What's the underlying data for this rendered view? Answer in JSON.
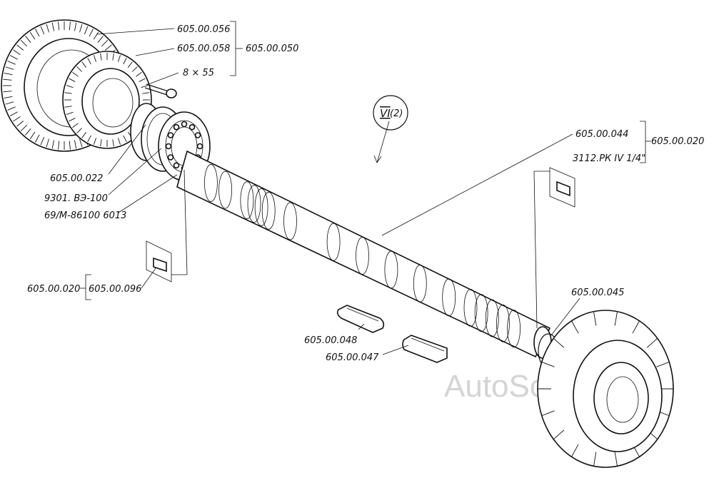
{
  "labels": {
    "gear_outer": "605.00.056",
    "gear_inner": "605.00.058",
    "gear_assembly": "605.00.050",
    "bolt": "8 × 55",
    "section_ref": "VI",
    "section_ref_num": "(2)",
    "shaft": "605.00.044",
    "shaft_assembly": "605.00.020",
    "plug_right": "3112.РК IV 1/4\"",
    "ring": "605.00.022",
    "bearing_ring": "9301. ВЭ-100",
    "bearing": "69/М-86100 6013",
    "assembly_left": "605.00.020",
    "plug_left": "605.00.096",
    "key_upper": "605.00.048",
    "key_lower": "605.00.047",
    "snap_ring": "605.00.045"
  },
  "watermark": "AutoSoft"
}
